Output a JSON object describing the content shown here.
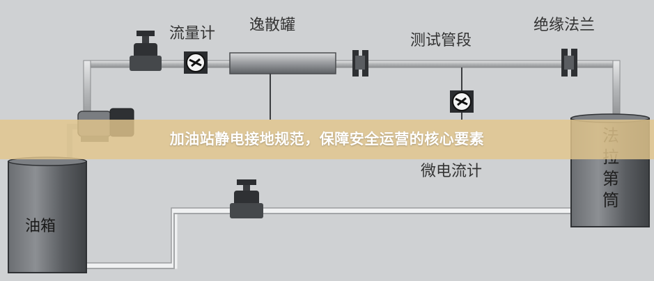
{
  "labels": {
    "flowmeter": "流量计",
    "dissipation_tank": "逸散罐",
    "test_section": "测试管段",
    "insulating_flange": "绝缘法兰",
    "micro_current_meter": "微电流计",
    "oil_tank": "油箱",
    "faraday_cylinder": "法拉第筒"
  },
  "banner": {
    "title": "加油站静电接地规范，保障安全运营的核心要素"
  },
  "colors": {
    "background": "#cfd1d3",
    "pipe": "#a9abad",
    "dark_component": "#3a3c3f",
    "banner": "#e2c68c"
  }
}
